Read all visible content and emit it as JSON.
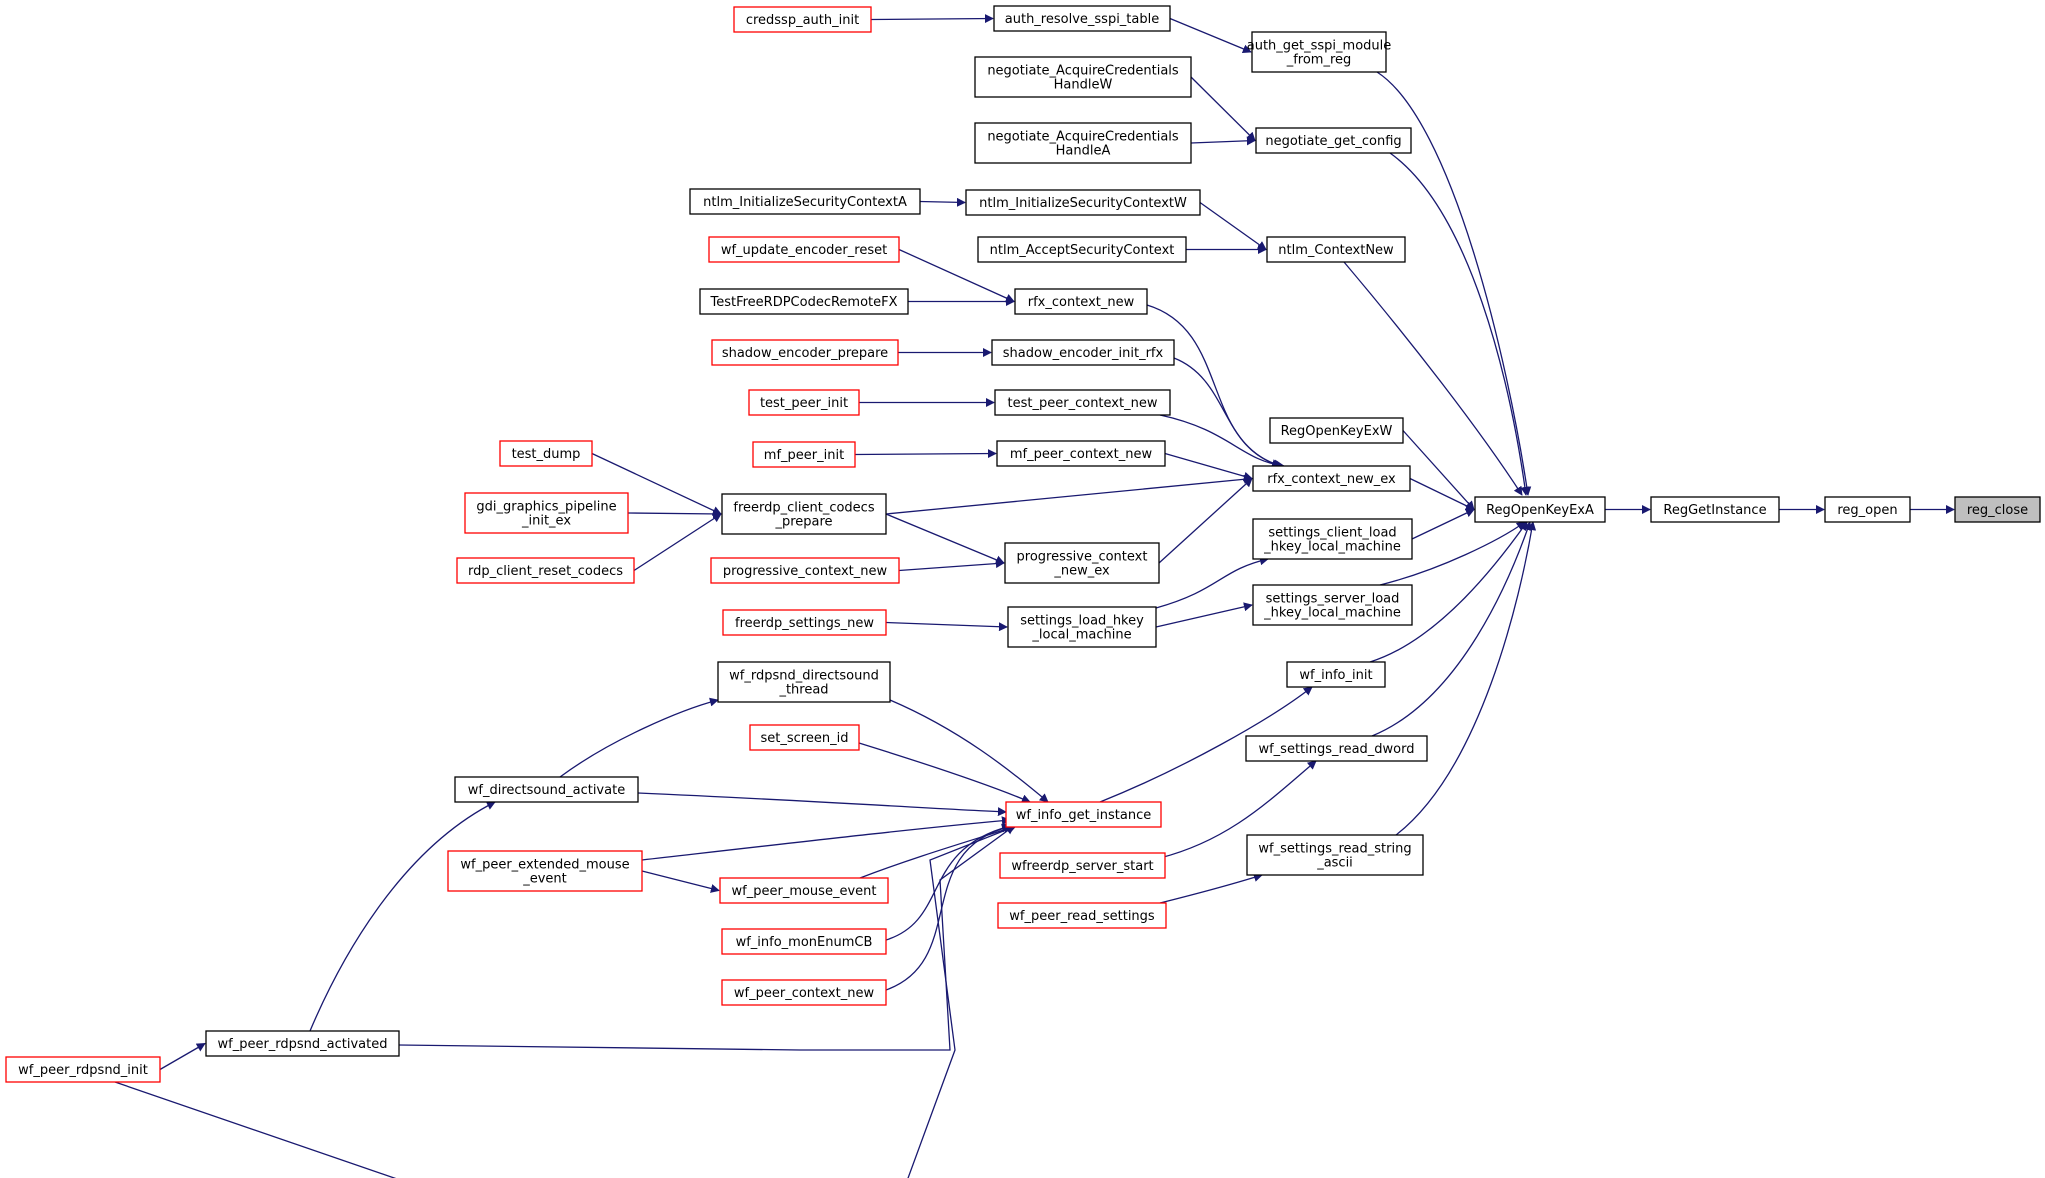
{
  "colors": {
    "edge": "#191970",
    "node_border": "#000000",
    "truncated_border": "#ff0000",
    "focus_fill": "#bfbfbf",
    "node_fill": "#ffffff"
  },
  "nodes": {
    "reg_close": {
      "lines": [
        "reg_close"
      ],
      "kind": "focus"
    },
    "reg_open": {
      "lines": [
        "reg_open"
      ],
      "kind": "normal"
    },
    "RegGetInstance": {
      "lines": [
        "RegGetInstance"
      ],
      "kind": "normal"
    },
    "RegOpenKeyExA": {
      "lines": [
        "RegOpenKeyExA"
      ],
      "kind": "normal"
    },
    "auth_get_sspi_module_from_reg": {
      "lines": [
        "auth_get_sspi_module",
        "_from_reg"
      ],
      "kind": "normal"
    },
    "auth_resolve_sspi_table": {
      "lines": [
        "auth_resolve_sspi_table"
      ],
      "kind": "normal"
    },
    "credssp_auth_init": {
      "lines": [
        "credssp_auth_init"
      ],
      "kind": "truncated"
    },
    "negotiate_get_config": {
      "lines": [
        "negotiate_get_config"
      ],
      "kind": "normal"
    },
    "negotiate_AcquireCredentialsHandleW": {
      "lines": [
        "negotiate_AcquireCredentials",
        "HandleW"
      ],
      "kind": "normal"
    },
    "negotiate_AcquireCredentialsHandleA": {
      "lines": [
        "negotiate_AcquireCredentials",
        "HandleA"
      ],
      "kind": "normal"
    },
    "ntlm_ContextNew": {
      "lines": [
        "ntlm_ContextNew"
      ],
      "kind": "normal"
    },
    "ntlm_InitializeSecurityContextW": {
      "lines": [
        "ntlm_InitializeSecurityContextW"
      ],
      "kind": "normal"
    },
    "ntlm_InitializeSecurityContextA": {
      "lines": [
        "ntlm_InitializeSecurityContextA"
      ],
      "kind": "normal"
    },
    "ntlm_AcceptSecurityContext": {
      "lines": [
        "ntlm_AcceptSecurityContext"
      ],
      "kind": "normal"
    },
    "RegOpenKeyExW": {
      "lines": [
        "RegOpenKeyExW"
      ],
      "kind": "normal"
    },
    "rfx_context_new_ex": {
      "lines": [
        "rfx_context_new_ex"
      ],
      "kind": "normal"
    },
    "rfx_context_new": {
      "lines": [
        "rfx_context_new"
      ],
      "kind": "normal"
    },
    "wf_update_encoder_reset": {
      "lines": [
        "wf_update_encoder_reset"
      ],
      "kind": "truncated"
    },
    "TestFreeRDPCodecRemoteFX": {
      "lines": [
        "TestFreeRDPCodecRemoteFX"
      ],
      "kind": "normal"
    },
    "shadow_encoder_init_rfx": {
      "lines": [
        "shadow_encoder_init_rfx"
      ],
      "kind": "normal"
    },
    "shadow_encoder_prepare": {
      "lines": [
        "shadow_encoder_prepare"
      ],
      "kind": "truncated"
    },
    "test_peer_context_new": {
      "lines": [
        "test_peer_context_new"
      ],
      "kind": "normal"
    },
    "test_peer_init": {
      "lines": [
        "test_peer_init"
      ],
      "kind": "truncated"
    },
    "mf_peer_context_new": {
      "lines": [
        "mf_peer_context_new"
      ],
      "kind": "normal"
    },
    "mf_peer_init": {
      "lines": [
        "mf_peer_init"
      ],
      "kind": "truncated"
    },
    "freerdp_client_codecs_prepare": {
      "lines": [
        "freerdp_client_codecs",
        "_prepare"
      ],
      "kind": "normal"
    },
    "test_dump": {
      "lines": [
        "test_dump"
      ],
      "kind": "truncated"
    },
    "gdi_graphics_pipeline_init_ex": {
      "lines": [
        "gdi_graphics_pipeline",
        "_init_ex"
      ],
      "kind": "truncated"
    },
    "rdp_client_reset_codecs": {
      "lines": [
        "rdp_client_reset_codecs"
      ],
      "kind": "truncated"
    },
    "progressive_context_new_ex": {
      "lines": [
        "progressive_context",
        "_new_ex"
      ],
      "kind": "normal"
    },
    "progressive_context_new": {
      "lines": [
        "progressive_context_new"
      ],
      "kind": "truncated"
    },
    "settings_client_load_hkey_local_machine": {
      "lines": [
        "settings_client_load",
        "_hkey_local_machine"
      ],
      "kind": "normal"
    },
    "settings_server_load_hkey_local_machine": {
      "lines": [
        "settings_server_load",
        "_hkey_local_machine"
      ],
      "kind": "normal"
    },
    "settings_load_hkey_local_machine": {
      "lines": [
        "settings_load_hkey",
        "_local_machine"
      ],
      "kind": "normal"
    },
    "freerdp_settings_new": {
      "lines": [
        "freerdp_settings_new"
      ],
      "kind": "truncated"
    },
    "wf_info_init": {
      "lines": [
        "wf_info_init"
      ],
      "kind": "normal"
    },
    "wf_info_get_instance": {
      "lines": [
        "wf_info_get_instance"
      ],
      "kind": "truncated"
    },
    "wf_rdpsnd_directsound_thread": {
      "lines": [
        "wf_rdpsnd_directsound",
        "_thread"
      ],
      "kind": "normal"
    },
    "set_screen_id": {
      "lines": [
        "set_screen_id"
      ],
      "kind": "truncated"
    },
    "wf_directsound_activate": {
      "lines": [
        "wf_directsound_activate"
      ],
      "kind": "normal"
    },
    "wf_peer_extended_mouse_event": {
      "lines": [
        "wf_peer_extended_mouse",
        "_event"
      ],
      "kind": "truncated"
    },
    "wf_peer_mouse_event": {
      "lines": [
        "wf_peer_mouse_event"
      ],
      "kind": "truncated"
    },
    "wf_info_monEnumCB": {
      "lines": [
        "wf_info_monEnumCB"
      ],
      "kind": "truncated"
    },
    "wf_peer_context_new": {
      "lines": [
        "wf_peer_context_new"
      ],
      "kind": "truncated"
    },
    "wf_peer_rdpsnd_activated": {
      "lines": [
        "wf_peer_rdpsnd_activated"
      ],
      "kind": "normal"
    },
    "wf_peer_rdpsnd_init": {
      "lines": [
        "wf_peer_rdpsnd_init"
      ],
      "kind": "truncated"
    },
    "wf_settings_read_dword": {
      "lines": [
        "wf_settings_read_dword"
      ],
      "kind": "normal"
    },
    "wfreerdp_server_start": {
      "lines": [
        "wfreerdp_server_start"
      ],
      "kind": "truncated"
    },
    "wf_settings_read_string_ascii": {
      "lines": [
        "wf_settings_read_string",
        "_ascii"
      ],
      "kind": "normal"
    },
    "wf_peer_read_settings": {
      "lines": [
        "wf_peer_read_settings"
      ],
      "kind": "truncated"
    }
  },
  "edges": [
    {
      "from": "reg_open",
      "to": "reg_close"
    },
    {
      "from": "RegGetInstance",
      "to": "reg_open"
    },
    {
      "from": "RegOpenKeyExA",
      "to": "RegGetInstance"
    },
    {
      "from": "auth_get_sspi_module_from_reg",
      "to": "RegOpenKeyExA"
    },
    {
      "from": "negotiate_get_config",
      "to": "RegOpenKeyExA"
    },
    {
      "from": "ntlm_ContextNew",
      "to": "RegOpenKeyExA"
    },
    {
      "from": "RegOpenKeyExW",
      "to": "RegOpenKeyExA"
    },
    {
      "from": "rfx_context_new_ex",
      "to": "RegOpenKeyExA"
    },
    {
      "from": "settings_client_load_hkey_local_machine",
      "to": "RegOpenKeyExA"
    },
    {
      "from": "settings_server_load_hkey_local_machine",
      "to": "RegOpenKeyExA"
    },
    {
      "from": "wf_info_init",
      "to": "RegOpenKeyExA"
    },
    {
      "from": "wf_settings_read_dword",
      "to": "RegOpenKeyExA"
    },
    {
      "from": "wf_settings_read_string_ascii",
      "to": "RegOpenKeyExA"
    },
    {
      "from": "auth_resolve_sspi_table",
      "to": "auth_get_sspi_module_from_reg"
    },
    {
      "from": "credssp_auth_init",
      "to": "auth_resolve_sspi_table"
    },
    {
      "from": "negotiate_AcquireCredentialsHandleW",
      "to": "negotiate_get_config"
    },
    {
      "from": "negotiate_AcquireCredentialsHandleA",
      "to": "negotiate_get_config"
    },
    {
      "from": "ntlm_InitializeSecurityContextW",
      "to": "ntlm_ContextNew"
    },
    {
      "from": "ntlm_AcceptSecurityContext",
      "to": "ntlm_ContextNew"
    },
    {
      "from": "ntlm_InitializeSecurityContextA",
      "to": "ntlm_InitializeSecurityContextW"
    },
    {
      "from": "rfx_context_new",
      "to": "rfx_context_new_ex"
    },
    {
      "from": "shadow_encoder_init_rfx",
      "to": "rfx_context_new_ex"
    },
    {
      "from": "test_peer_context_new",
      "to": "rfx_context_new_ex"
    },
    {
      "from": "mf_peer_context_new",
      "to": "rfx_context_new_ex"
    },
    {
      "from": "freerdp_client_codecs_prepare",
      "to": "rfx_context_new_ex"
    },
    {
      "from": "progressive_context_new_ex",
      "to": "rfx_context_new_ex"
    },
    {
      "from": "wf_update_encoder_reset",
      "to": "rfx_context_new"
    },
    {
      "from": "TestFreeRDPCodecRemoteFX",
      "to": "rfx_context_new"
    },
    {
      "from": "shadow_encoder_prepare",
      "to": "shadow_encoder_init_rfx"
    },
    {
      "from": "test_peer_init",
      "to": "test_peer_context_new"
    },
    {
      "from": "mf_peer_init",
      "to": "mf_peer_context_new"
    },
    {
      "from": "test_dump",
      "to": "freerdp_client_codecs_prepare"
    },
    {
      "from": "gdi_graphics_pipeline_init_ex",
      "to": "freerdp_client_codecs_prepare"
    },
    {
      "from": "rdp_client_reset_codecs",
      "to": "freerdp_client_codecs_prepare"
    },
    {
      "from": "freerdp_client_codecs_prepare",
      "to": "progressive_context_new_ex"
    },
    {
      "from": "progressive_context_new",
      "to": "progressive_context_new_ex"
    },
    {
      "from": "settings_load_hkey_local_machine",
      "to": "settings_client_load_hkey_local_machine"
    },
    {
      "from": "settings_load_hkey_local_machine",
      "to": "settings_server_load_hkey_local_machine"
    },
    {
      "from": "freerdp_settings_new",
      "to": "settings_load_hkey_local_machine"
    },
    {
      "from": "wf_info_get_instance",
      "to": "wf_info_init"
    },
    {
      "from": "wf_rdpsnd_directsound_thread",
      "to": "wf_info_get_instance"
    },
    {
      "from": "set_screen_id",
      "to": "wf_info_get_instance"
    },
    {
      "from": "wf_directsound_activate",
      "to": "wf_info_get_instance"
    },
    {
      "from": "wf_peer_extended_mouse_event",
      "to": "wf_info_get_instance"
    },
    {
      "from": "wf_peer_mouse_event",
      "to": "wf_info_get_instance"
    },
    {
      "from": "wf_info_monEnumCB",
      "to": "wf_info_get_instance"
    },
    {
      "from": "wf_peer_context_new",
      "to": "wf_info_get_instance"
    },
    {
      "from": "wf_peer_rdpsnd_activated",
      "to": "wf_info_get_instance"
    },
    {
      "from": "wf_peer_rdpsnd_init",
      "to": "wf_info_get_instance"
    },
    {
      "from": "wf_directsound_activate",
      "to": "wf_rdpsnd_directsound_thread"
    },
    {
      "from": "wf_peer_extended_mouse_event",
      "to": "wf_peer_mouse_event"
    },
    {
      "from": "wf_peer_rdpsnd_activated",
      "to": "wf_directsound_activate"
    },
    {
      "from": "wf_peer_rdpsnd_init",
      "to": "wf_peer_rdpsnd_activated"
    },
    {
      "from": "wfreerdp_server_start",
      "to": "wf_settings_read_dword"
    },
    {
      "from": "wf_peer_read_settings",
      "to": "wf_settings_read_string_ascii"
    }
  ]
}
